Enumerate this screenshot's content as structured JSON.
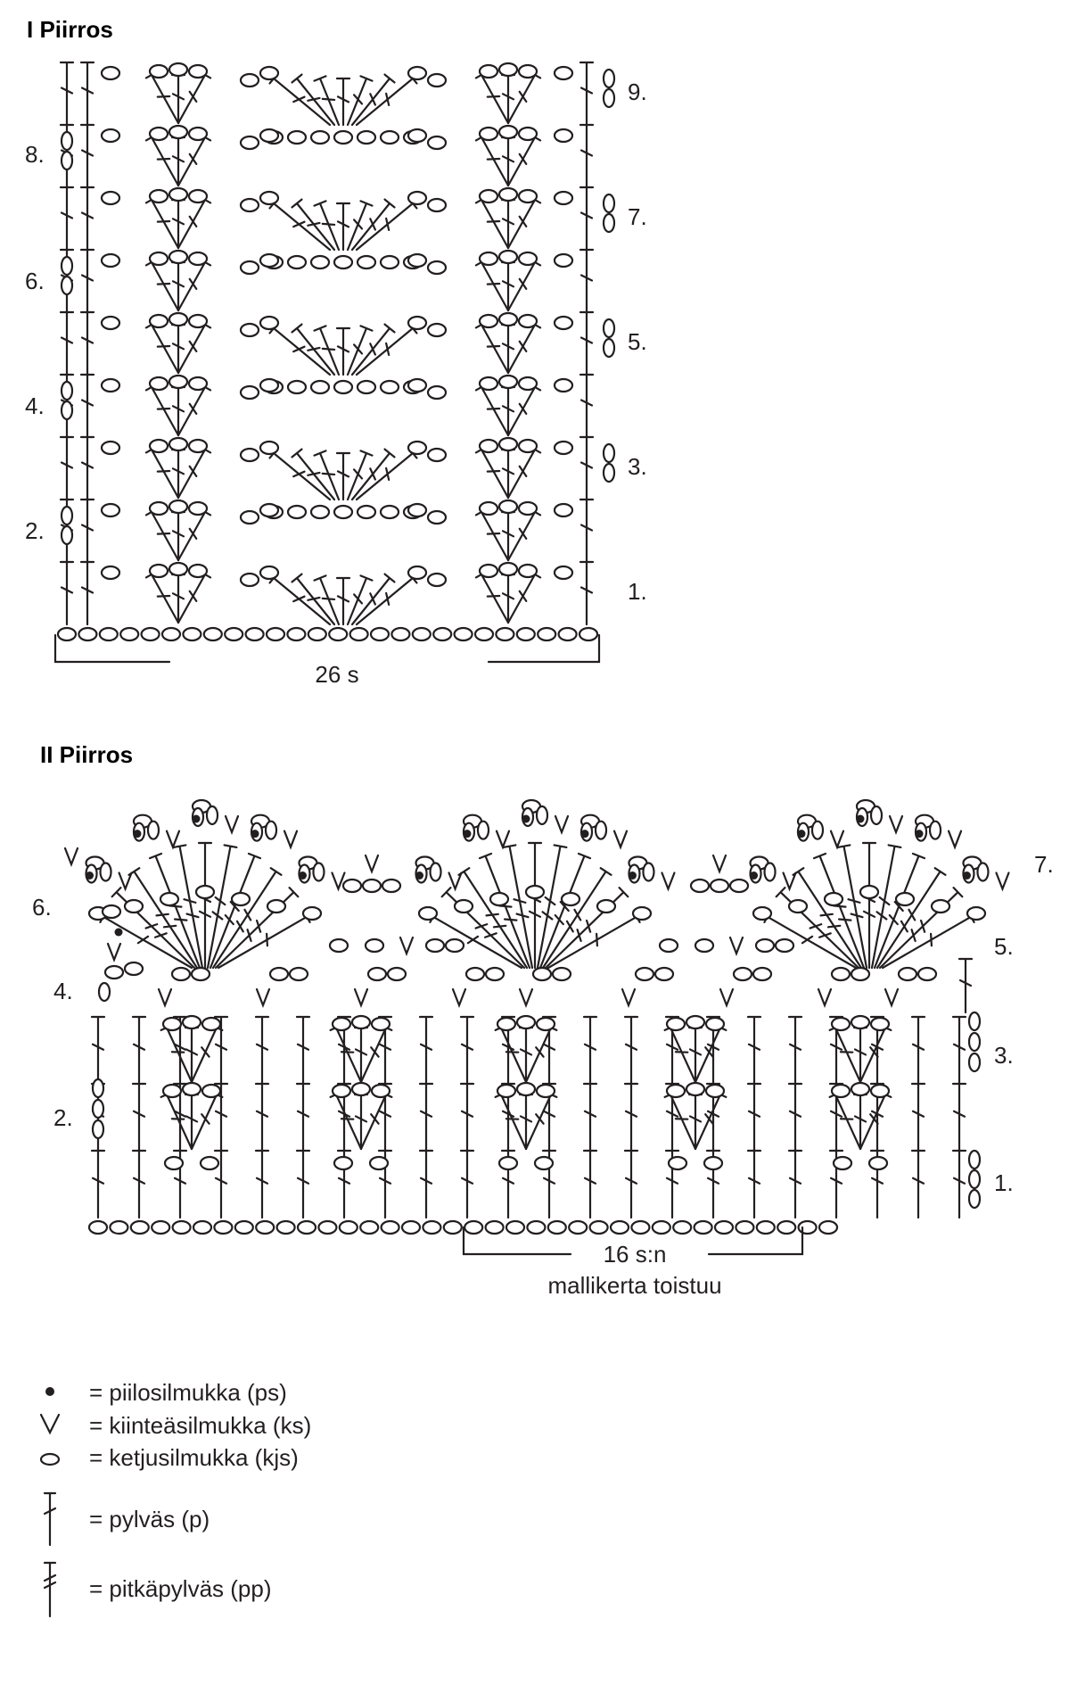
{
  "chart1": {
    "title": "I Piirros",
    "stitch_count": "26 s",
    "row_labels_left": [
      "8.",
      "6.",
      "4.",
      "2."
    ],
    "row_labels_right": [
      "9.",
      "7.",
      "5.",
      "3.",
      "1."
    ]
  },
  "chart2": {
    "title": "II Piirros",
    "repeat_label": "16 s:n",
    "repeat_caption": "mallikerta toistuu",
    "row_labels_left": [
      "6.",
      "4.",
      "2."
    ],
    "row_labels_right": [
      "7.",
      "5.",
      "3.",
      "1."
    ]
  },
  "legend": [
    {
      "symbol": "dot-icon",
      "text": "= piilosilmukka (ps)"
    },
    {
      "symbol": "v-icon",
      "text": "= kiinteäsilmukka (ks)"
    },
    {
      "symbol": "oval-icon",
      "text": "= ketjusilmukka (kjs)"
    },
    {
      "symbol": "treble-icon",
      "text": "= pylväs (p)"
    },
    {
      "symbol": "double-treble-icon",
      "text": "= pitkäpylväs (pp)"
    }
  ],
  "colors": {
    "ink": "#231f20",
    "background": "#ffffff"
  }
}
